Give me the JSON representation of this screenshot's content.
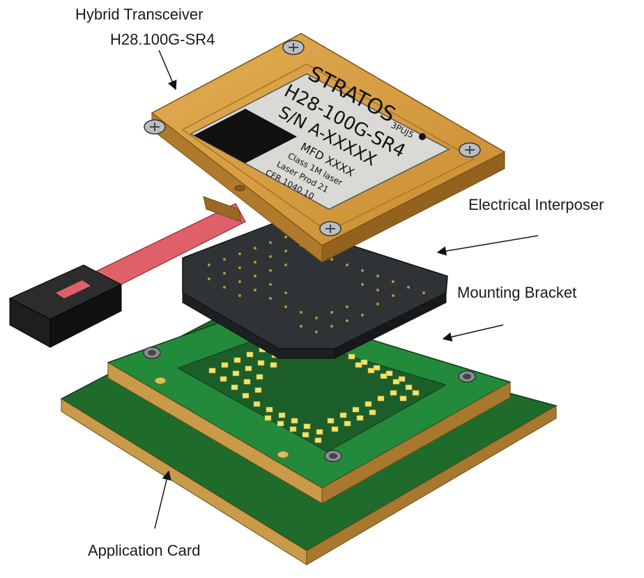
{
  "labels": {
    "transceiver": "Hybrid Transceiver",
    "transceiver_model": "H28.100G-SR4",
    "interposer": "Electrical Interposer",
    "bracket": "Mounting Bracket",
    "card": "Application Card"
  },
  "module_label": {
    "brand": "STRATOS",
    "model": "H28-100G-SR4",
    "serial": "S/N  A-XXXXX",
    "code": "3PUJ5",
    "mfd": "MFD  XXXX",
    "laser_class": "Class 1M laser",
    "laser_product": "Laser Prod 21",
    "cfr": "CFR 1040.10"
  },
  "colors": {
    "gold": "#d39a3e",
    "gold_dark": "#a8722a",
    "pcb_green": "#1f6b2c",
    "bracket_green": "#238a3c",
    "interposer": "#34383a",
    "cable": "#e0606a",
    "pads": "#f3e26a"
  },
  "icons": [
    "screw-icon",
    "connector-icon",
    "arrow-icon"
  ]
}
